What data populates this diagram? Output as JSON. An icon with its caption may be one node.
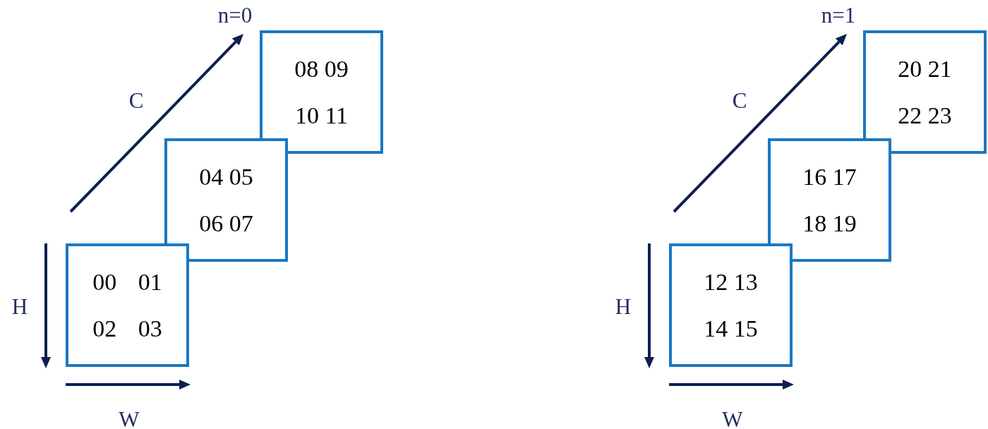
{
  "diagram": {
    "nodes": [
      {
        "text": [
          "00 01",
          "02 03"
        ]
      },
      {
        "text": [
          "04 05",
          "06 07"
        ]
      },
      {
        "text": [
          "08 09",
          "10 11"
        ]
      },
      {
        "text": [
          "12 13",
          "14 15"
        ]
      },
      {
        "text": [
          "16 17",
          "18 19"
        ]
      },
      {
        "text": [
          "20 21",
          "22 23"
        ]
      }
    ],
    "edges": [],
    "labels": [
      "n=0",
      "C",
      "H",
      "W",
      "n=1",
      "C",
      "H",
      "W"
    ]
  }
}
